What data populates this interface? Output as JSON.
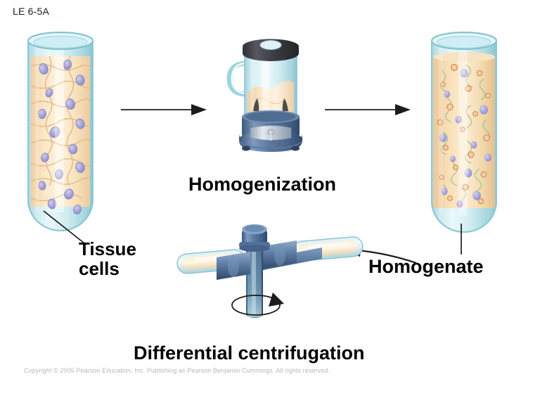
{
  "figure": {
    "id": "LE 6-5A"
  },
  "labels": {
    "tissue_cells": "Tissue\ncells",
    "homogenization": "Homogenization",
    "homogenate": "Homogenate",
    "differential_centrifugation": "Differential centrifugation"
  },
  "copyright": "Copyright ©  2005 Pearson Education, Inc. Publishing as Pearson Benjamin Cummings. All rights reserved.",
  "icons": {
    "arrow_right_1": "arrow-right-icon",
    "arrow_right_2": "arrow-right-icon",
    "arrow_curved_left": "curved-arrow-left-icon",
    "rotation": "rotation-arrow-icon",
    "leader_tissue": "leader-line-icon",
    "leader_homogenate": "leader-line-icon"
  },
  "colors": {
    "glass": "#bfe4e9",
    "glass_light": "#d9f0f3",
    "glass_edge": "#8cc9d4",
    "cell_fill": "#f7e0bb",
    "cell_fill_light": "#fdf0dc",
    "cell_edge": "#e9c191",
    "nucleus": "#a9a6d8",
    "nucleus_edge": "#8582c4",
    "homogenate_fluid": "#f3d9ae",
    "organelle_orange": "#e0a06a",
    "organelle_purple": "#a9a6d8",
    "organelle_green": "#9bbf9a",
    "blender_base": "#5f7ba3",
    "blender_base_dark": "#3f5777",
    "blender_lid": "#3a3c40",
    "centrifuge_metal": "#5e7da5",
    "centrifuge_metal_dark": "#3d587c",
    "arrow_black": "#1c1c1c",
    "text_black": "#000000",
    "copyright_gray": "#b9b9b9"
  },
  "scene": {
    "tissue_tube": {
      "name": "tissue-cells-test-tube",
      "contents": "intact tissue cells"
    },
    "blender": {
      "name": "blender",
      "contents": "homogenized tissue"
    },
    "homogenate_tube": {
      "name": "homogenate-test-tube",
      "contents": "homogenate with organelles"
    },
    "centrifuge": {
      "name": "centrifuge-rotor",
      "tubes": 2
    }
  }
}
